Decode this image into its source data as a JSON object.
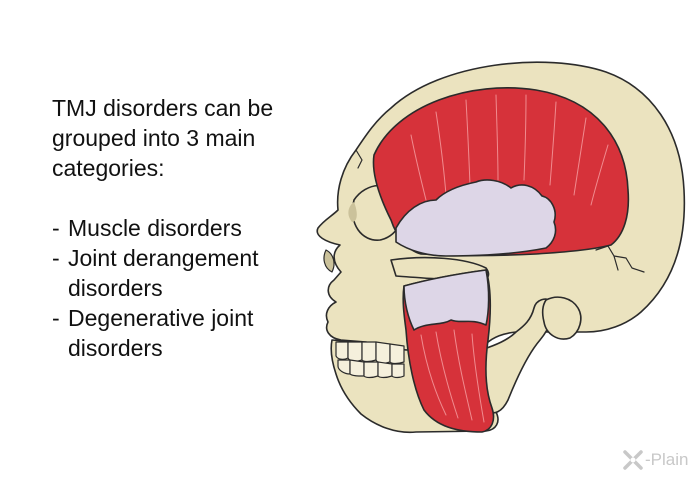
{
  "intro_text": "TMJ disorders can be grouped into 3 main categories:",
  "categories": [
    {
      "dash": "-",
      "label": "Muscle disorders"
    },
    {
      "dash": "-",
      "label": "Joint derangement disorders"
    },
    {
      "dash": "-",
      "label": "Degenerative joint disorders"
    }
  ],
  "logo": {
    "text": "-Plain",
    "icon": "x-plain-logo-icon"
  },
  "colors": {
    "bone": "#ebe3bf",
    "muscle": "#d6323a",
    "tendon": "#ddd6e7",
    "outline": "#2b2b2b",
    "logo_gray": "#c8c8c8"
  }
}
